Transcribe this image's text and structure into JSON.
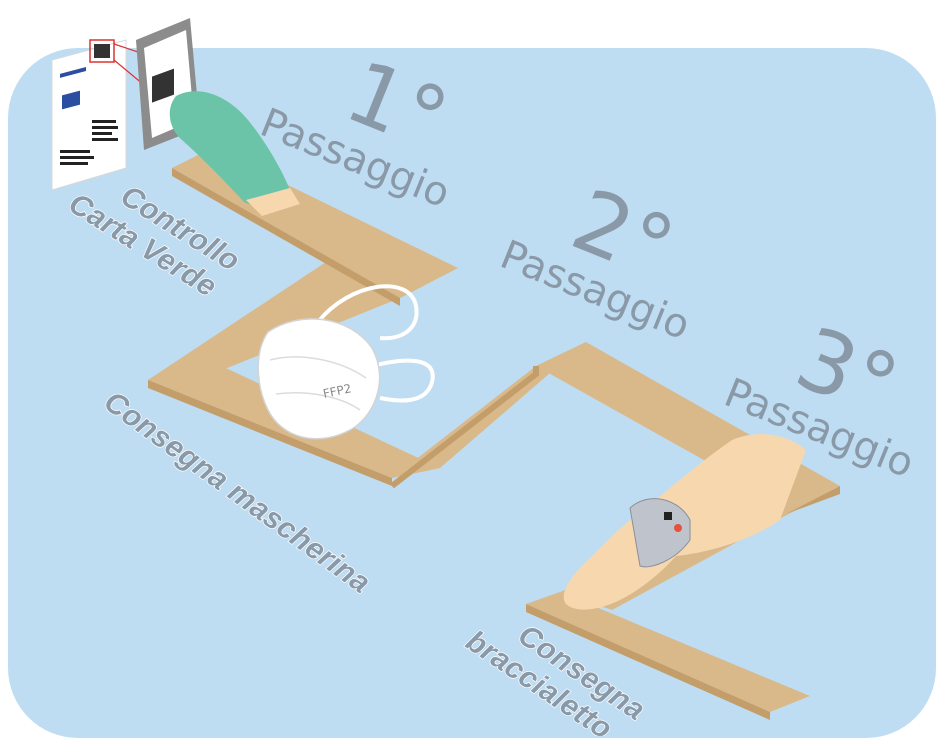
{
  "steps": [
    {
      "number": "1°",
      "word": "Passaggio"
    },
    {
      "number": "2°",
      "word": "Passaggio"
    },
    {
      "number": "3°",
      "word": "Passaggio"
    }
  ],
  "captions": {
    "step1_line1": "Controllo",
    "step1_line2": "Carta Verde",
    "step2": "Consegna mascherina",
    "step3_line1": "Consegna",
    "step3_line2": "braccialetto"
  },
  "mask_label": "FFP2",
  "colors": {
    "background": "#bfddf2",
    "path_top": "#d9b98a",
    "path_side": "#c49e6a",
    "text": "#8a99a8",
    "glove": "#6cc4a8",
    "skin": "#f6d7ae"
  }
}
